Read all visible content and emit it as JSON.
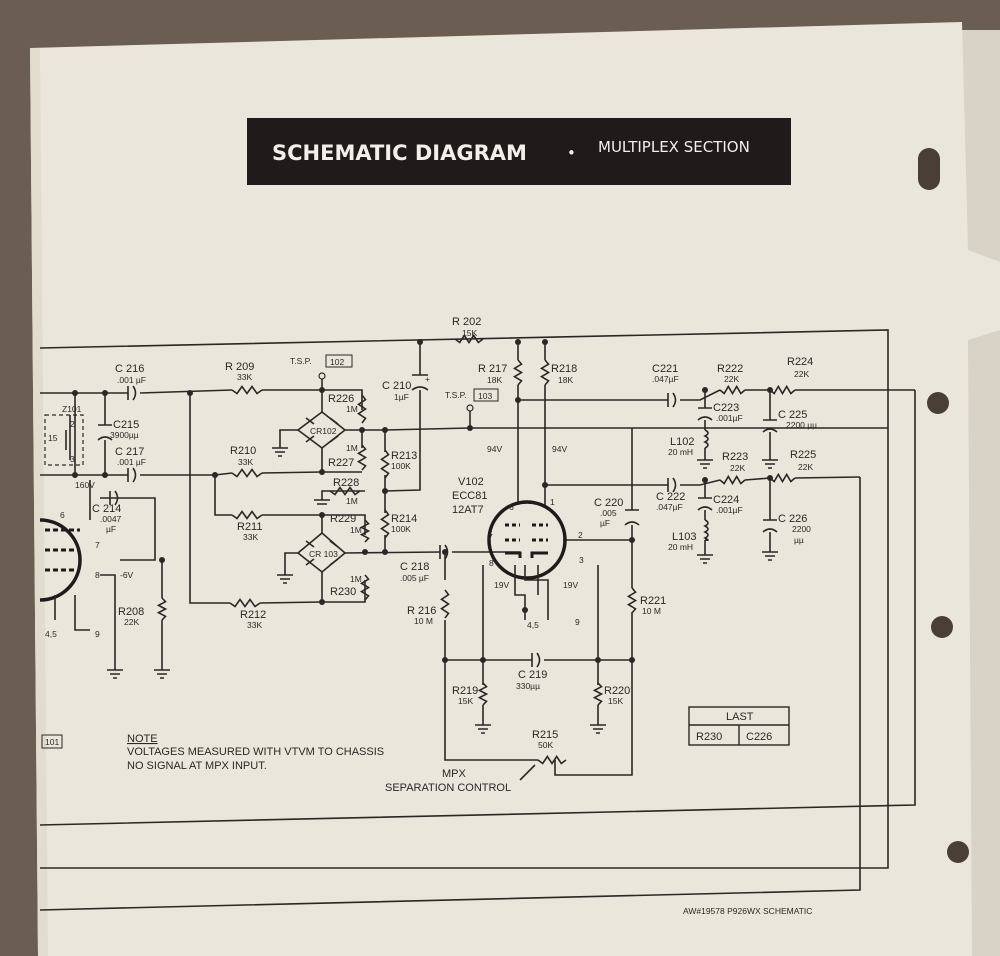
{
  "title": "SCHEMATIC DIAGRAM",
  "separator": "•",
  "subtitle": "MULTIPLEX SECTION",
  "components": {
    "R202": {
      "ref": "R 202",
      "value": "15K"
    },
    "C216": {
      "ref": "C 216",
      "value": ".001 µF"
    },
    "C215": {
      "ref": "C215",
      "value": "3900µµ"
    },
    "C217": {
      "ref": "C 217",
      "value": ".001 µF"
    },
    "Z101": {
      "ref": "Z101",
      "pins": [
        "2",
        "15",
        "3"
      ]
    },
    "R209": {
      "ref": "R 209",
      "value": "33K"
    },
    "R210": {
      "ref": "R210",
      "value": "33K"
    },
    "R211": {
      "ref": "R211",
      "value": "33K"
    },
    "R212": {
      "ref": "R212",
      "value": "33K"
    },
    "R226": {
      "ref": "R226",
      "value": "1M"
    },
    "R227": {
      "ref": "R227",
      "value": "1M"
    },
    "R228": {
      "ref": "R228",
      "value": "1M"
    },
    "R229": {
      "ref": "R229",
      "value": "1M"
    },
    "R230": {
      "ref": "R230",
      "value": "1M"
    },
    "CR102": {
      "ref": "CR102"
    },
    "CR103": {
      "ref": "CR 103"
    },
    "C210": {
      "ref": "C 210",
      "value": "1µF"
    },
    "R213": {
      "ref": "R213",
      "value": "100K"
    },
    "R214": {
      "ref": "R214",
      "value": "100K"
    },
    "C218": {
      "ref": "C 218",
      "value": ".005 µF"
    },
    "C214": {
      "ref": "C 214",
      "value": ".0047",
      "unit": "µF"
    },
    "R208": {
      "ref": "R208",
      "value": "22K"
    },
    "R216": {
      "ref": "R 216",
      "value": "10 M"
    },
    "R217": {
      "ref": "R 217",
      "value": "18K"
    },
    "R218": {
      "ref": "R218",
      "value": "18K"
    },
    "V102": {
      "ref": "V102",
      "type1": "ECC81",
      "type2": "12AT7",
      "pins": [
        "6",
        "1",
        "7",
        "2",
        "8",
        "3",
        "4,5",
        "9"
      ]
    },
    "C220": {
      "ref": "C 220",
      "value": ".005",
      "unit": "µF"
    },
    "R221": {
      "ref": "R221",
      "value": "10 M"
    },
    "C219": {
      "ref": "C 219",
      "value": "330µµ"
    },
    "R219": {
      "ref": "R219",
      "value": "15K"
    },
    "R220": {
      "ref": "R220",
      "value": "15K"
    },
    "R215": {
      "ref": "R215",
      "value": "50K"
    },
    "C221": {
      "ref": "C221",
      "value": ".047µF"
    },
    "C222": {
      "ref": "C 222",
      "value": ".047µF"
    },
    "C223": {
      "ref": "C223",
      "value": ".001µF"
    },
    "C224": {
      "ref": "C224",
      "value": ".001µF"
    },
    "C225": {
      "ref": "C 225",
      "value": "2200 µµ"
    },
    "C226": {
      "ref": "C 226",
      "value": "2200",
      "unit": "µµ"
    },
    "L102": {
      "ref": "L102",
      "value": "20 mH"
    },
    "L103": {
      "ref": "L103",
      "value": "20 mH"
    },
    "R222": {
      "ref": "R222",
      "value": "22K"
    },
    "R223": {
      "ref": "R223",
      "value": "22K"
    },
    "R224": {
      "ref": "R224",
      "value": "22K"
    },
    "R225": {
      "ref": "R225",
      "value": "22K"
    }
  },
  "test_points": {
    "tsp102": {
      "label": "T.S.P.",
      "num": "102"
    },
    "tsp103": {
      "label": "T.S.P.",
      "num": "103"
    },
    "tsp101": {
      "num": "101"
    }
  },
  "voltages": {
    "v160": "160V",
    "vneg6": "-6V",
    "v94a": "94V",
    "v94b": "94V",
    "v19a": "19V",
    "v19b": "19V"
  },
  "left_tube_pins": [
    "6",
    "7",
    "8",
    "4,5",
    "9"
  ],
  "control_label": [
    "MPX",
    "SEPARATION CONTROL"
  ],
  "note": {
    "heading": "NOTE",
    "lines": [
      "VOLTAGES MEASURED WITH VTVM TO CHASSIS",
      "NO SIGNAL AT MPX INPUT."
    ]
  },
  "last_table": {
    "header": "LAST",
    "cells": [
      "R230",
      "C226"
    ]
  },
  "footer": "AW#19578 P926WX SCHEMATIC"
}
